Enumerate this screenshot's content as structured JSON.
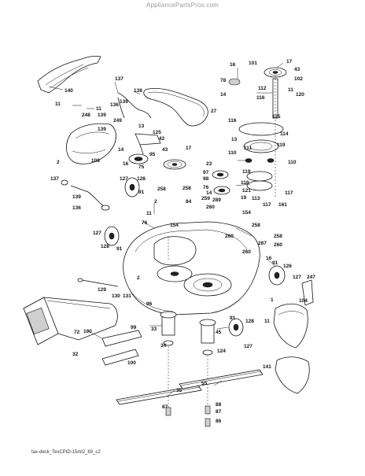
{
  "watermark": "AppliancePartsPros.com",
  "caption": "tax-deck_TexCPID-15ml2_69_c2",
  "callouts": [
    {
      "id": "c1",
      "text": "140"
    },
    {
      "id": "c2",
      "text": "137"
    },
    {
      "id": "c3",
      "text": "138"
    },
    {
      "id": "c4",
      "text": "136"
    },
    {
      "id": "c5",
      "text": "139"
    },
    {
      "id": "c6",
      "text": "11"
    },
    {
      "id": "c7",
      "text": "248"
    },
    {
      "id": "c8",
      "text": "11"
    },
    {
      "id": "c9",
      "text": "139"
    },
    {
      "id": "c10",
      "text": "249"
    },
    {
      "id": "c11",
      "text": "139"
    },
    {
      "id": "c12",
      "text": "2"
    },
    {
      "id": "c13",
      "text": "108"
    },
    {
      "id": "c14",
      "text": "13"
    },
    {
      "id": "c15",
      "text": "125"
    },
    {
      "id": "c16",
      "text": "42"
    },
    {
      "id": "c17",
      "text": "14"
    },
    {
      "id": "c18",
      "text": "95"
    },
    {
      "id": "c19",
      "text": "16"
    },
    {
      "id": "c20",
      "text": "75"
    },
    {
      "id": "c21",
      "text": "43"
    },
    {
      "id": "c22",
      "text": "17"
    },
    {
      "id": "c23",
      "text": "27"
    },
    {
      "id": "c24",
      "text": "16"
    },
    {
      "id": "c25",
      "text": "101"
    },
    {
      "id": "c26",
      "text": "78"
    },
    {
      "id": "c27",
      "text": "14"
    },
    {
      "id": "c28",
      "text": "17"
    },
    {
      "id": "c29",
      "text": "43"
    },
    {
      "id": "c30",
      "text": "102"
    },
    {
      "id": "c31",
      "text": "112"
    },
    {
      "id": "c32",
      "text": "11"
    },
    {
      "id": "c33",
      "text": "120"
    },
    {
      "id": "c34",
      "text": "116"
    },
    {
      "id": "c35",
      "text": "115"
    },
    {
      "id": "c36",
      "text": "116"
    },
    {
      "id": "c37",
      "text": "114"
    },
    {
      "id": "c38",
      "text": "13"
    },
    {
      "id": "c39",
      "text": "111"
    },
    {
      "id": "c40",
      "text": "119"
    },
    {
      "id": "c41",
      "text": "110"
    },
    {
      "id": "c42",
      "text": "110"
    },
    {
      "id": "c43",
      "text": "23"
    },
    {
      "id": "c44",
      "text": "97"
    },
    {
      "id": "c45",
      "text": "98"
    },
    {
      "id": "c46",
      "text": "119"
    },
    {
      "id": "c47",
      "text": "76"
    },
    {
      "id": "c48",
      "text": "118"
    },
    {
      "id": "c49",
      "text": "14"
    },
    {
      "id": "c50",
      "text": "121"
    },
    {
      "id": "c51",
      "text": "117"
    },
    {
      "id": "c52",
      "text": "19"
    },
    {
      "id": "c53",
      "text": "113"
    },
    {
      "id": "c54",
      "text": "117"
    },
    {
      "id": "c55",
      "text": "161"
    },
    {
      "id": "c56",
      "text": "137"
    },
    {
      "id": "c57",
      "text": "136"
    },
    {
      "id": "c58",
      "text": "127"
    },
    {
      "id": "c59",
      "text": "128"
    },
    {
      "id": "c60",
      "text": "91"
    },
    {
      "id": "c61",
      "text": "258"
    },
    {
      "id": "c62",
      "text": "258"
    },
    {
      "id": "c63",
      "text": "139"
    },
    {
      "id": "c64",
      "text": "2"
    },
    {
      "id": "c65",
      "text": "84"
    },
    {
      "id": "c66",
      "text": "259"
    },
    {
      "id": "c67",
      "text": "289"
    },
    {
      "id": "c68",
      "text": "260"
    },
    {
      "id": "c69",
      "text": "11"
    },
    {
      "id": "c70",
      "text": "76"
    },
    {
      "id": "c71",
      "text": "154"
    },
    {
      "id": "c72",
      "text": "127"
    },
    {
      "id": "c73",
      "text": "128"
    },
    {
      "id": "c74",
      "text": "91"
    },
    {
      "id": "c75",
      "text": "258"
    },
    {
      "id": "c76",
      "text": "260"
    },
    {
      "id": "c77",
      "text": "258"
    },
    {
      "id": "c78",
      "text": "260"
    },
    {
      "id": "c79",
      "text": "287"
    },
    {
      "id": "c80",
      "text": "260"
    },
    {
      "id": "c81",
      "text": "154"
    },
    {
      "id": "c82",
      "text": "16"
    },
    {
      "id": "c83",
      "text": "91"
    },
    {
      "id": "c84",
      "text": "126"
    },
    {
      "id": "c85",
      "text": "127"
    },
    {
      "id": "c86",
      "text": "247"
    },
    {
      "id": "c87",
      "text": "129"
    },
    {
      "id": "c88",
      "text": "130"
    },
    {
      "id": "c89",
      "text": "131"
    },
    {
      "id": "c90",
      "text": "2"
    },
    {
      "id": "c91",
      "text": "96"
    },
    {
      "id": "c92",
      "text": "1"
    },
    {
      "id": "c93",
      "text": "72"
    },
    {
      "id": "c94",
      "text": "100"
    },
    {
      "id": "c95",
      "text": "99"
    },
    {
      "id": "c96",
      "text": "32"
    },
    {
      "id": "c97",
      "text": "100"
    },
    {
      "id": "c98",
      "text": "33"
    },
    {
      "id": "c99",
      "text": "34"
    },
    {
      "id": "c100",
      "text": "45"
    },
    {
      "id": "c101",
      "text": "124"
    },
    {
      "id": "c102",
      "text": "91"
    },
    {
      "id": "c103",
      "text": "128"
    },
    {
      "id": "c104",
      "text": "127"
    },
    {
      "id": "c105",
      "text": "11"
    },
    {
      "id": "c106",
      "text": "104"
    },
    {
      "id": "c107",
      "text": "141"
    },
    {
      "id": "c108",
      "text": "35"
    },
    {
      "id": "c109",
      "text": "87"
    },
    {
      "id": "c110",
      "text": "55"
    },
    {
      "id": "c111",
      "text": "88"
    },
    {
      "id": "c112",
      "text": "87"
    },
    {
      "id": "c113",
      "text": "86"
    }
  ]
}
